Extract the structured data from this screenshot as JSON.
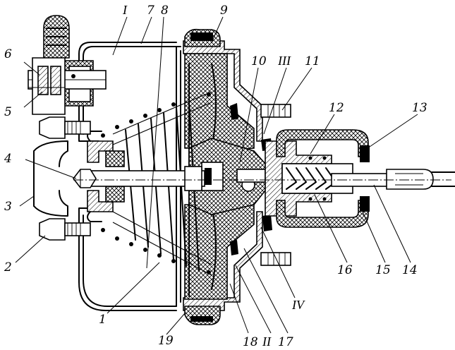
{
  "callouts": {
    "c1": "1",
    "c2": "2",
    "c3": "3",
    "c4": "4",
    "c5": "5",
    "c6": "6",
    "c7": "7",
    "c8": "8",
    "c9": "9",
    "c10": "10",
    "c11": "11",
    "c12": "12",
    "c13": "13",
    "c14": "14",
    "c15": "15",
    "c16": "16",
    "c17": "17",
    "c18": "18",
    "c19": "19"
  },
  "chambers": {
    "I": "I",
    "II": "II",
    "III": "III",
    "IV": "IV"
  }
}
